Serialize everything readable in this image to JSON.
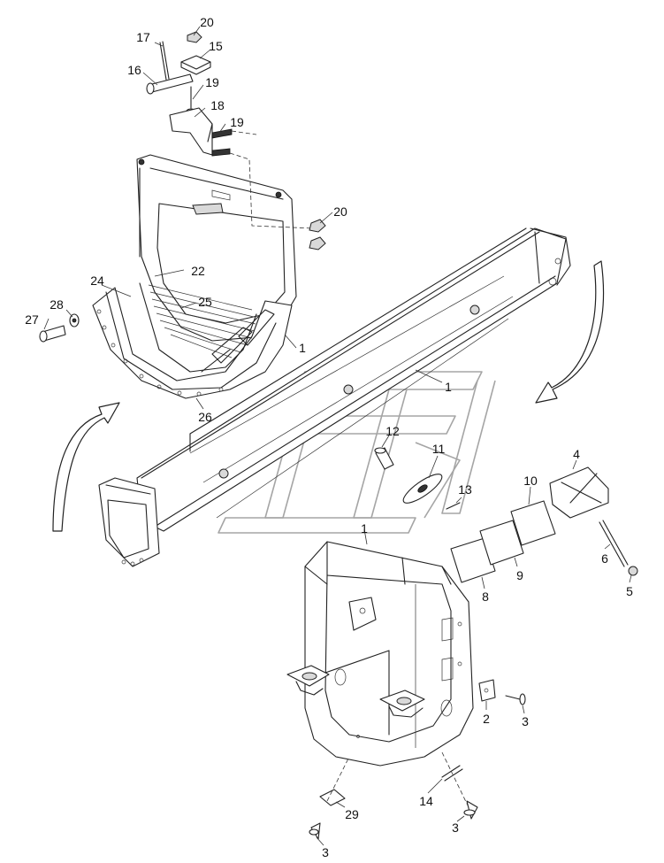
{
  "callouts": {
    "c20a": "20",
    "c17": "17",
    "c15": "15",
    "c16": "16",
    "c19a": "19",
    "c18": "18",
    "c19b": "19",
    "c20b": "20",
    "c22": "22",
    "c24": "24",
    "c25": "25",
    "c28": "28",
    "c27": "27",
    "c1a": "1",
    "c26": "26",
    "c1b": "1",
    "c12": "12",
    "c11": "11",
    "c13": "13",
    "c4": "4",
    "c10": "10",
    "c1c": "1",
    "c6": "6",
    "c9": "9",
    "c8": "8",
    "c5": "5",
    "c2": "2",
    "c3a": "3",
    "c14": "14",
    "c29": "29",
    "c3b": "3",
    "c3c": "3"
  }
}
